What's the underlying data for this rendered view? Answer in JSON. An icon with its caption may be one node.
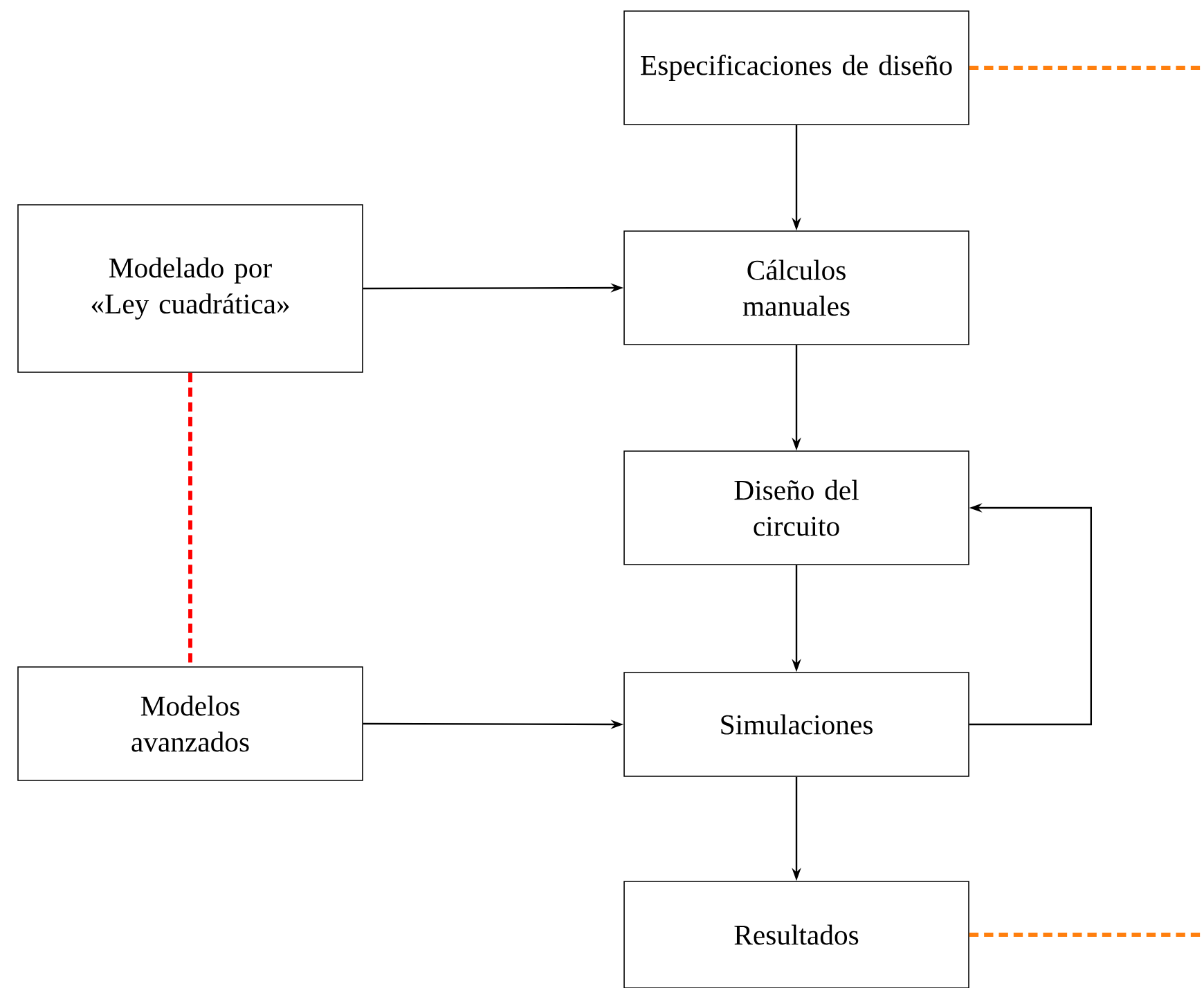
{
  "diagram": {
    "nodes": [
      {
        "text": [
          "Especificaciones de diseño"
        ]
      },
      {
        "text": [
          "Modelado por «Ley cuadrática»"
        ]
      },
      {
        "text": [
          "Cálculos manuales"
        ]
      },
      {
        "text": [
          "Diseño del circuito"
        ]
      },
      {
        "text": [
          "Modelos avanzados"
        ]
      },
      {
        "text": [
          "Simulaciones"
        ]
      },
      {
        "text": [
          "Resultados"
        ]
      }
    ],
    "edges": [
      {
        "from": 0,
        "to": 2,
        "arrow": "to"
      },
      {
        "from": 1,
        "to": 2,
        "arrow": "to"
      },
      {
        "from": 2,
        "to": 3,
        "arrow": "to"
      },
      {
        "from": 3,
        "to": 5,
        "arrow": "to"
      },
      {
        "from": 4,
        "to": 5,
        "arrow": "to"
      },
      {
        "from": 5,
        "to": 3,
        "arrow": "to"
      },
      {
        "from": 5,
        "to": 6,
        "arrow": "to"
      },
      {
        "from": 1,
        "to": 4,
        "arrow": "none",
        "style": "dashed",
        "color": "#ff0000"
      },
      {
        "from": 0,
        "to": null,
        "arrow": "none",
        "style": "dashed",
        "color": "#ff7f0e"
      },
      {
        "from": 6,
        "to": null,
        "arrow": "none",
        "style": "dashed",
        "color": "#ff7f0e"
      }
    ]
  }
}
